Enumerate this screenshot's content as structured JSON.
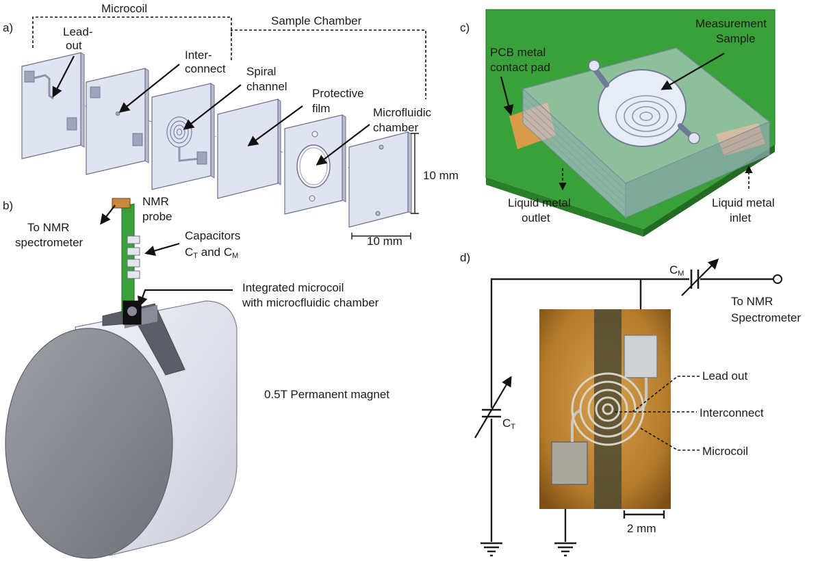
{
  "panels": {
    "a": "a)",
    "b": "b)",
    "c": "c)",
    "d": "d)"
  },
  "panel_a": {
    "group_microcoil": "Microcoil",
    "group_sample_chamber": "Sample Chamber",
    "lead_out_1": "Lead-",
    "lead_out_2": "out",
    "interconnect_1": "Inter-",
    "interconnect_2": "connect",
    "spiral_1": "Spiral",
    "spiral_2": "channel",
    "film_1": "Protective",
    "film_2": "film",
    "chamber_1": "Microfluidic",
    "chamber_2": "chamber",
    "dim_height": "10 mm",
    "dim_width": "10 mm"
  },
  "panel_b": {
    "nmr_probe_1": "NMR",
    "nmr_probe_2": "probe",
    "to_nmr_1": "To NMR",
    "to_nmr_2": "spectrometer",
    "capacitors_1": "Capacitors",
    "cap_t": "C",
    "cap_t_sub": "T",
    "cap_and": " and C",
    "cap_m_sub": "M",
    "integrated_1": "Integrated microcoil",
    "integrated_2": "with microcfluidic chamber",
    "magnet": "0.5T Permanent magnet"
  },
  "panel_c": {
    "measurement_1": "Measurement",
    "measurement_2": "Sample",
    "pcb_1": "PCB metal",
    "pcb_2": "contact pad",
    "outlet_1": "Liquid metal",
    "outlet_2": "outlet",
    "inlet_1": "Liquid metal",
    "inlet_2": "inlet"
  },
  "panel_d": {
    "cm": "C",
    "cm_sub": "M",
    "ct": "C",
    "ct_sub": "T",
    "to_nmr_1": "To NMR",
    "to_nmr_2": "Spectrometer",
    "lead_out": "Lead out",
    "interconnect": "Interconnect",
    "microcoil": "Microcoil",
    "scale": "2 mm"
  },
  "colors": {
    "plate": "#dfe3f2",
    "pcb_green": "#3aa13a",
    "copper": "#c8893a",
    "photo_bg": "#b07a2c",
    "magnet": "#e9ebf3"
  }
}
